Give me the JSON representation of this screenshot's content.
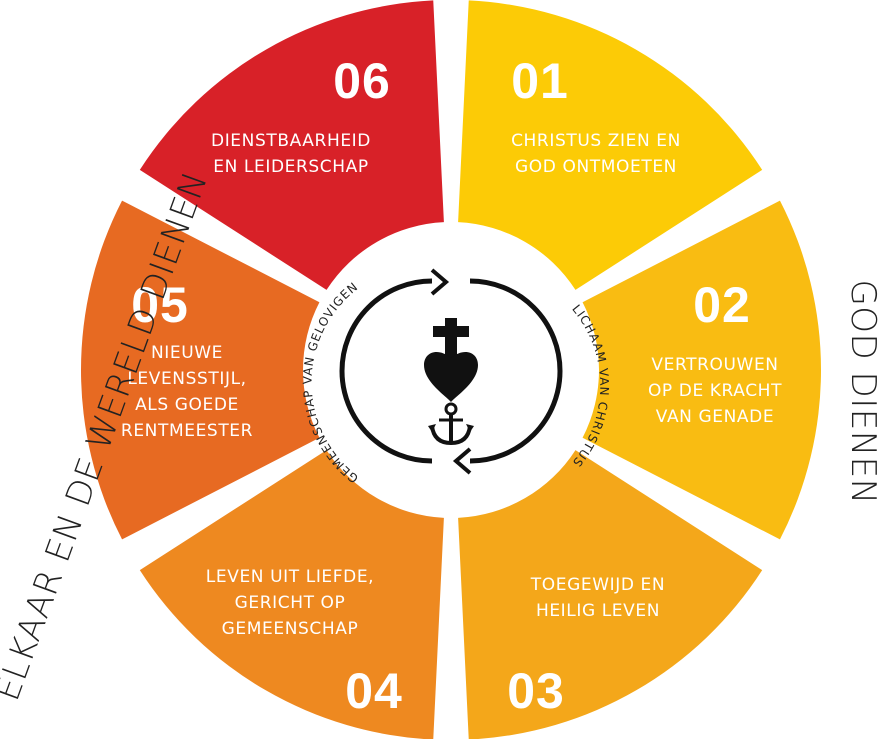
{
  "colors": {
    "seg1": "#FCCB06",
    "seg2": "#F9BC12",
    "seg3": "#F4A71A",
    "seg4": "#EE8920",
    "seg5": "#E76A22",
    "seg6": "#D82128",
    "text_dark": "#222222"
  },
  "segments": [
    {
      "number": "01",
      "lines": [
        "CHRISTUS ZIEN EN",
        "GOD ONTMOETEN"
      ]
    },
    {
      "number": "02",
      "lines": [
        "VERTROUWEN",
        "OP DE KRACHT",
        "VAN GENADE"
      ]
    },
    {
      "number": "03",
      "lines": [
        "TOEGEWIJD EN",
        "HEILIG LEVEN"
      ]
    },
    {
      "number": "04",
      "lines": [
        "LEVEN UIT LIEFDE,",
        "GERICHT OP",
        "GEMEENSCHAP"
      ]
    },
    {
      "number": "05",
      "lines": [
        "NIEUWE",
        "LEVENSSTIJL,",
        "ALS GOEDE",
        "RENTMEESTER"
      ]
    },
    {
      "number": "06",
      "lines": [
        "DIENSTBAARHEID",
        "EN LEIDERSCHAP"
      ]
    }
  ],
  "side_labels": {
    "left": "ELKAAR EN DE WERELD DIENEN",
    "right": "GOD DIENEN"
  },
  "center": {
    "left_arc": "GEMEENSCHAP VAN GELOVIGEN",
    "right_arc": "LICHAAM VAN CHRISTUS",
    "emblem_icon": "cross-heart-anchor-icon"
  }
}
